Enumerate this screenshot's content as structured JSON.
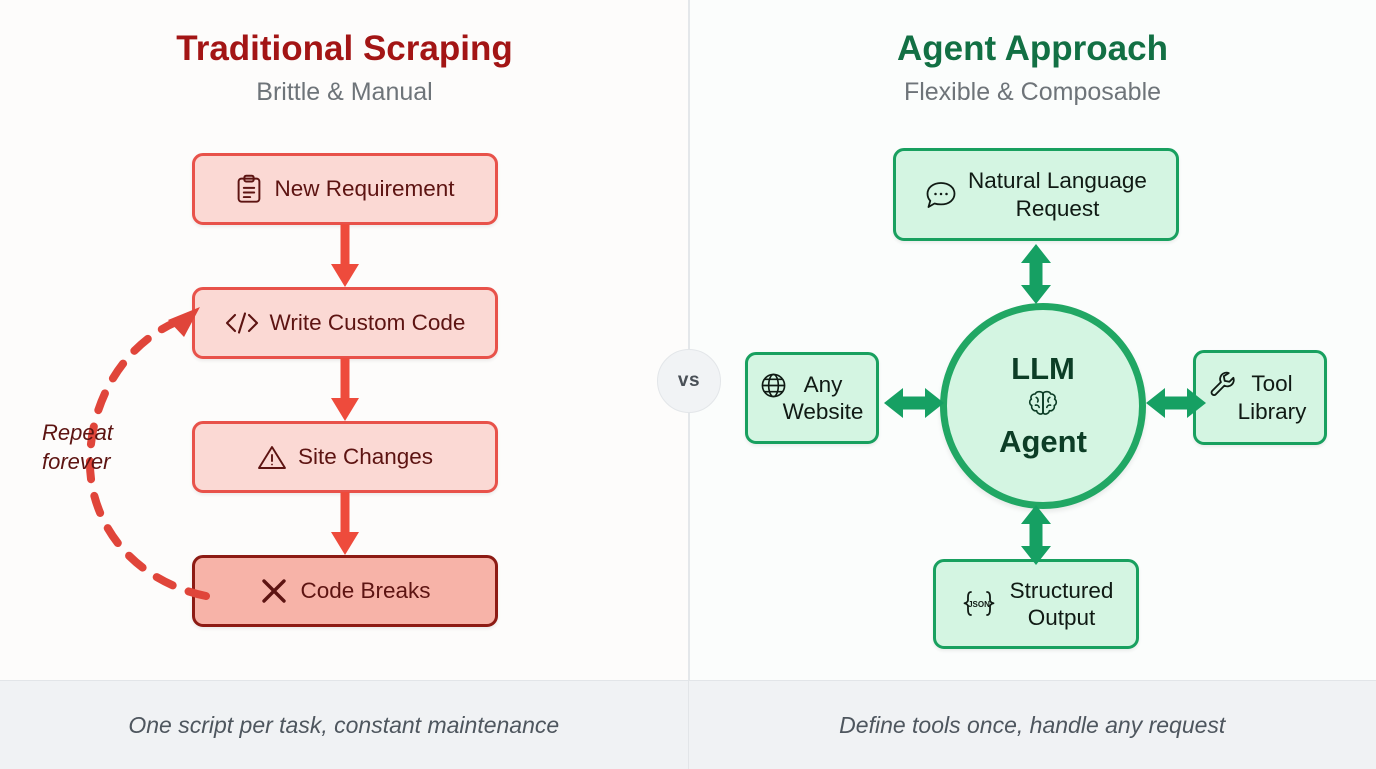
{
  "left": {
    "title": "Traditional Scraping",
    "subtitle": "Brittle & Manual",
    "title_color": "#a31515",
    "accent": "#e8524a",
    "nodes": [
      {
        "id": "new-requirement",
        "icon": "clipboard-icon",
        "label": "New Requirement"
      },
      {
        "id": "write-custom-code",
        "icon": "code-brackets-icon",
        "label": "Write Custom Code"
      },
      {
        "id": "site-changes",
        "icon": "warning-triangle-icon",
        "label": "Site Changes"
      },
      {
        "id": "code-breaks",
        "icon": "cross-x-icon",
        "label": "Code Breaks"
      }
    ],
    "loop_label_line1": "Repeat",
    "loop_label_line2": "forever",
    "footer": "One script per task, constant maintenance"
  },
  "right": {
    "title": "Agent Approach",
    "subtitle": "Flexible & Composable",
    "title_color": "#127044",
    "accent": "#18a05f",
    "center": {
      "top": "LLM",
      "icon": "brain-icon",
      "bottom": "Agent"
    },
    "nodes": [
      {
        "id": "natural-language-request",
        "icon": "speech-bubble-icon",
        "line1": "Natural Language",
        "line2": "Request"
      },
      {
        "id": "any-website",
        "icon": "globe-icon",
        "line1": "Any",
        "line2": "Website"
      },
      {
        "id": "tool-library",
        "icon": "wrench-icon",
        "line1": "Tool",
        "line2": "Library"
      },
      {
        "id": "structured-output",
        "icon": "json-braces-icon",
        "line1": "Structured",
        "line2": "Output"
      }
    ],
    "footer": "Define tools once, handle any request"
  },
  "vs_badge": "vs"
}
